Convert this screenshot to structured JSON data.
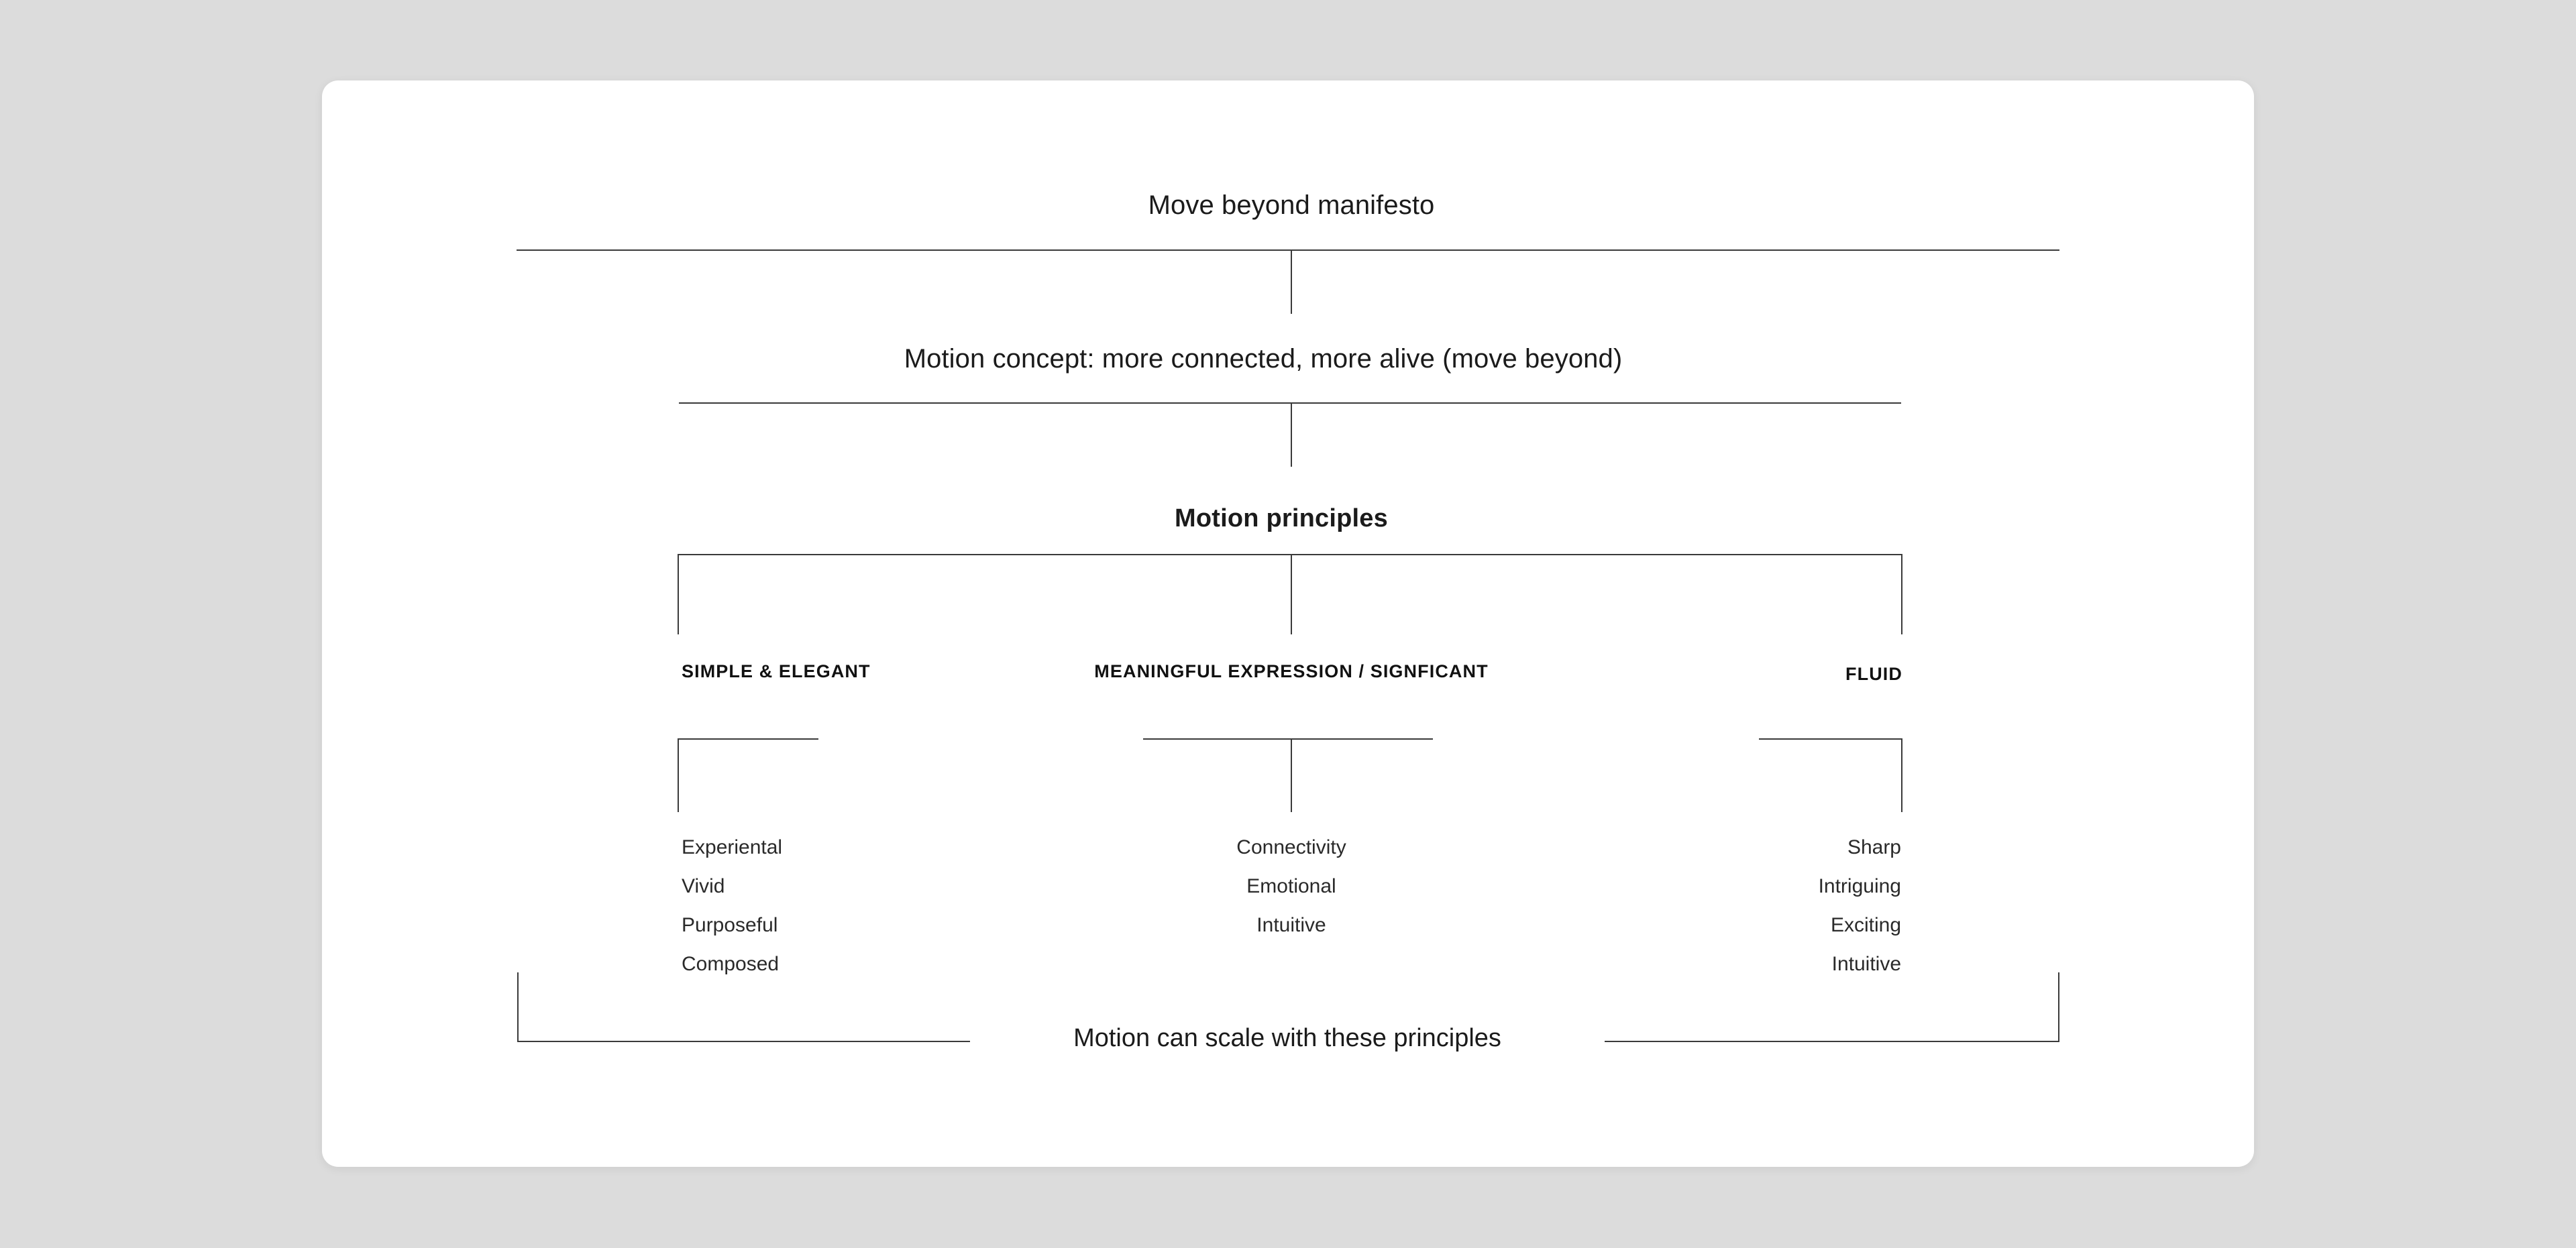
{
  "diagram": {
    "type": "hierarchy-tree",
    "root": {
      "label": "Move beyond manifesto"
    },
    "level2": {
      "label": "Motion concept: more connected, more alive (move beyond)"
    },
    "level3": {
      "label": "Motion principles"
    },
    "principles": [
      {
        "id": "simple-elegant",
        "label": "SIMPLE & ELEGANT",
        "align": "left",
        "attributes": [
          "Experiental",
          "Vivid",
          "Purposeful",
          "Composed"
        ]
      },
      {
        "id": "meaningful-expression",
        "label": "MEANINGFUL EXPRESSION / SIGNFICANT",
        "align": "center",
        "attributes": [
          "Connectivity",
          "Emotional",
          "Intuitive"
        ]
      },
      {
        "id": "fluid",
        "label": "FLUID",
        "align": "right",
        "attributes": [
          "Sharp",
          "Intriguing",
          "Exciting",
          "Intuitive"
        ]
      }
    ],
    "footer": {
      "label": "Motion can scale with these principles"
    }
  },
  "colors": {
    "page_background": "#dcdcdc",
    "card_background": "#ffffff",
    "line": "#3a3a3a",
    "text": "#1b1b1b"
  }
}
